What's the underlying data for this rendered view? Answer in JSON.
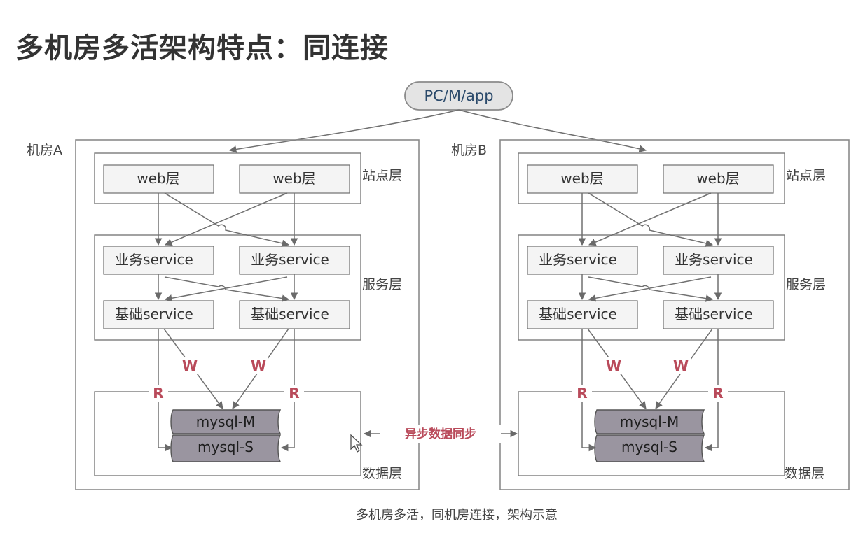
{
  "title": "多机房多活架构特点：同连接",
  "client": "PC/M/app",
  "rooms": [
    {
      "name": "机房A"
    },
    {
      "name": "机房B"
    }
  ],
  "layers": {
    "site": "站点层",
    "service": "服务层",
    "data": "数据层"
  },
  "components": {
    "web": "web层",
    "biz_service": "业务service",
    "base_service": "基础service",
    "mysql_master": "mysql-M",
    "mysql_slave": "mysql-S"
  },
  "rw": {
    "write": "W",
    "read": "R"
  },
  "sync_label": "异步数据同步",
  "caption": "多机房多活，同机房连接，架构示意"
}
